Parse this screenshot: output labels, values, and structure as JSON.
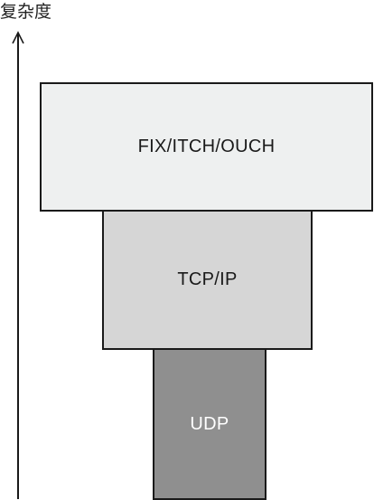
{
  "axis": {
    "label": "复杂度"
  },
  "layers": {
    "top": {
      "label": "FIX/ITCH/OUCH"
    },
    "middle": {
      "label": "TCP/IP"
    },
    "bottom": {
      "label": "UDP"
    }
  },
  "colors": {
    "top_fill": "#eef0f0",
    "middle_fill": "#d6d6d6",
    "bottom_fill": "#8f8f8f",
    "stroke": "#1a1a1a"
  }
}
